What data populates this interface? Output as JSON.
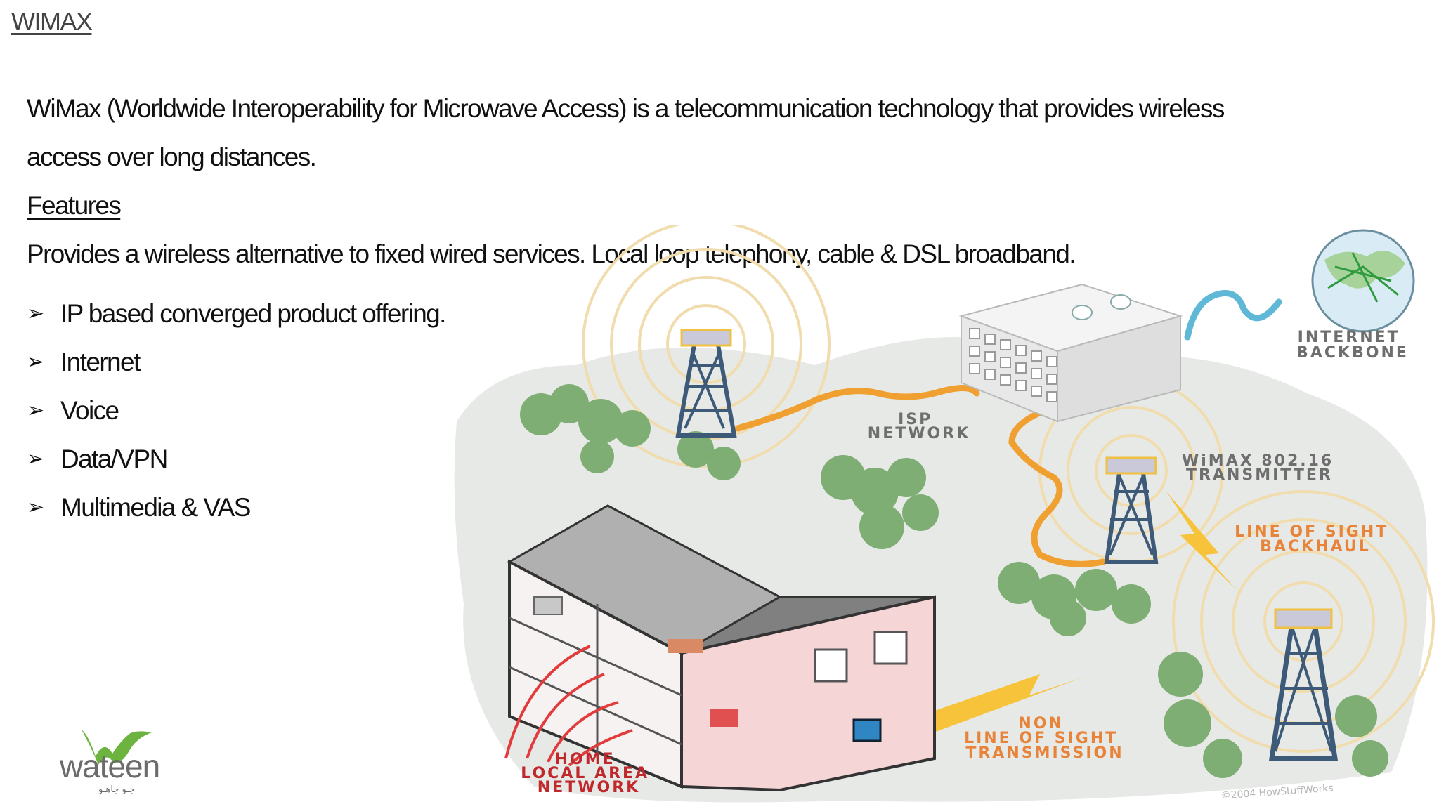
{
  "slide": {
    "title": "WIMAX",
    "intro_line1": "WiMax (Worldwide Interoperability for Microwave Access) is a telecommunication technology that provides wireless",
    "intro_line2": "access over long distances.",
    "features_heading": "Features",
    "features_text": "Provides a wireless alternative to fixed wired services. Local loop telephony, cable & DSL broadband.",
    "bullet_icon": "arrowhead-bullet-icon",
    "bullets": [
      "IP based converged product offering.",
      "Internet",
      "Voice",
      "Data/VPN",
      "Multimedia & VAS"
    ]
  },
  "diagram": {
    "labels": {
      "internet_1": "INTERNET",
      "internet_2": "BACKBONE",
      "isp_1": "ISP",
      "isp_2": "NETWORK",
      "wimax_1": "WiMAX 802.16",
      "wimax_2": "TRANSMITTER",
      "los_1": "LINE OF SIGHT",
      "los_2": "BACKHAUL",
      "nlos_1": "NON",
      "nlos_2": "LINE OF SIGHT",
      "nlos_3": "TRANSMISSION",
      "home_1": "HOME",
      "home_2": "LOCAL AREA",
      "home_3": "NETWORK"
    },
    "copyright": "©2004 HowStuffWorks",
    "colors": {
      "cable": "#f0a030",
      "label_gray": "#6e6e6e",
      "label_orange": "#e8843a",
      "label_red": "#c0282c",
      "tree": "#7fae74",
      "ground": "#e6e8e6"
    }
  },
  "logo": {
    "name": "wateen",
    "tagline": "جـو جاهـو",
    "colors": {
      "mark": "#6db33f",
      "text": "#6b6b6b"
    }
  }
}
